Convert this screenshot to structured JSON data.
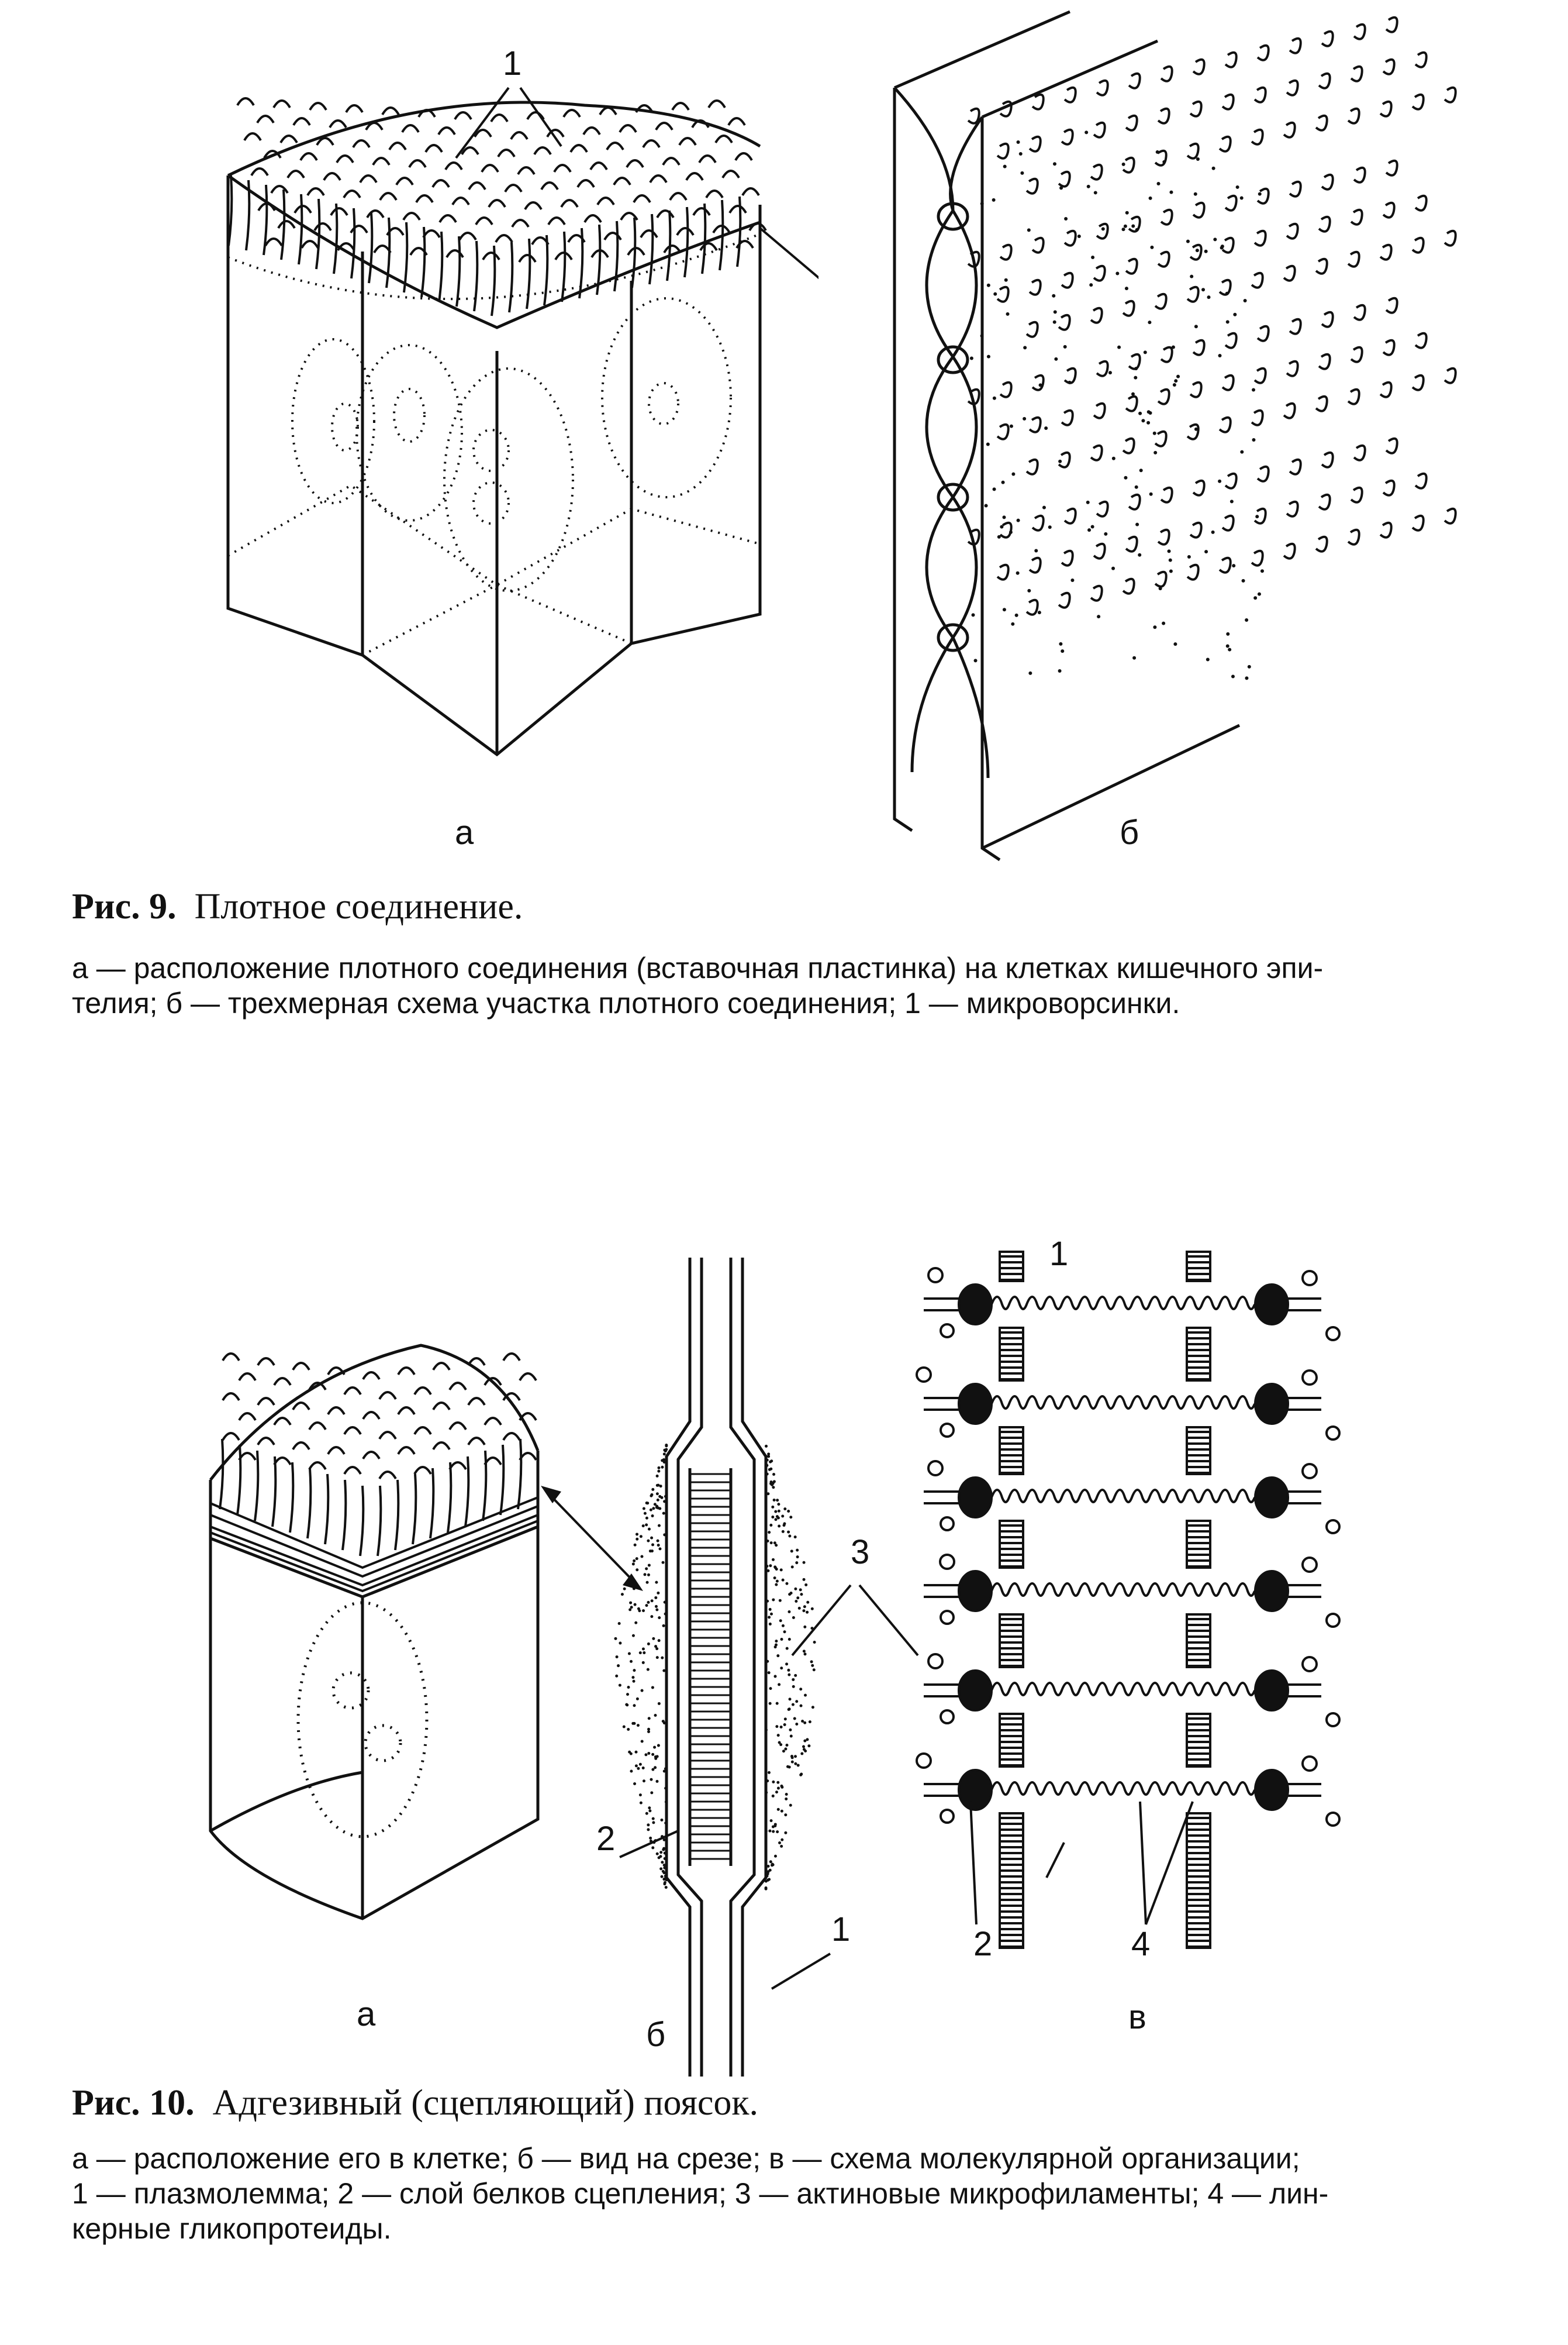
{
  "figure9": {
    "label_1": "1",
    "panel_a": "а",
    "panel_b": "б",
    "caption_number": "Рис. 9.",
    "caption_title": "Плотное соединение.",
    "caption_line1": "а — расположение плотного соединения (вставочная пластинка) на клетках кишечного эпи-",
    "caption_line2": "телия; б — трехмерная схема участка плотного соединения; 1 — микроворсинки."
  },
  "figure10": {
    "label_1_top": "1",
    "label_2_b": "2",
    "label_3": "3",
    "label_1_b": "1",
    "label_2_c": "2",
    "label_4": "4",
    "panel_a": "а",
    "panel_b": "б",
    "panel_c": "в",
    "caption_number": "Рис. 10.",
    "caption_title": "Адгезивный (сцепляющий) поясок.",
    "caption_line1": "а — расположение его в клетке; б — вид на срезе; в — схема молекулярной организации;",
    "caption_line2": "1 — плазмолемма; 2 — слой белков сцепления; 3 — актиновые микрофиламенты; 4 — лин-",
    "caption_line3": "керные гликопротеиды."
  }
}
